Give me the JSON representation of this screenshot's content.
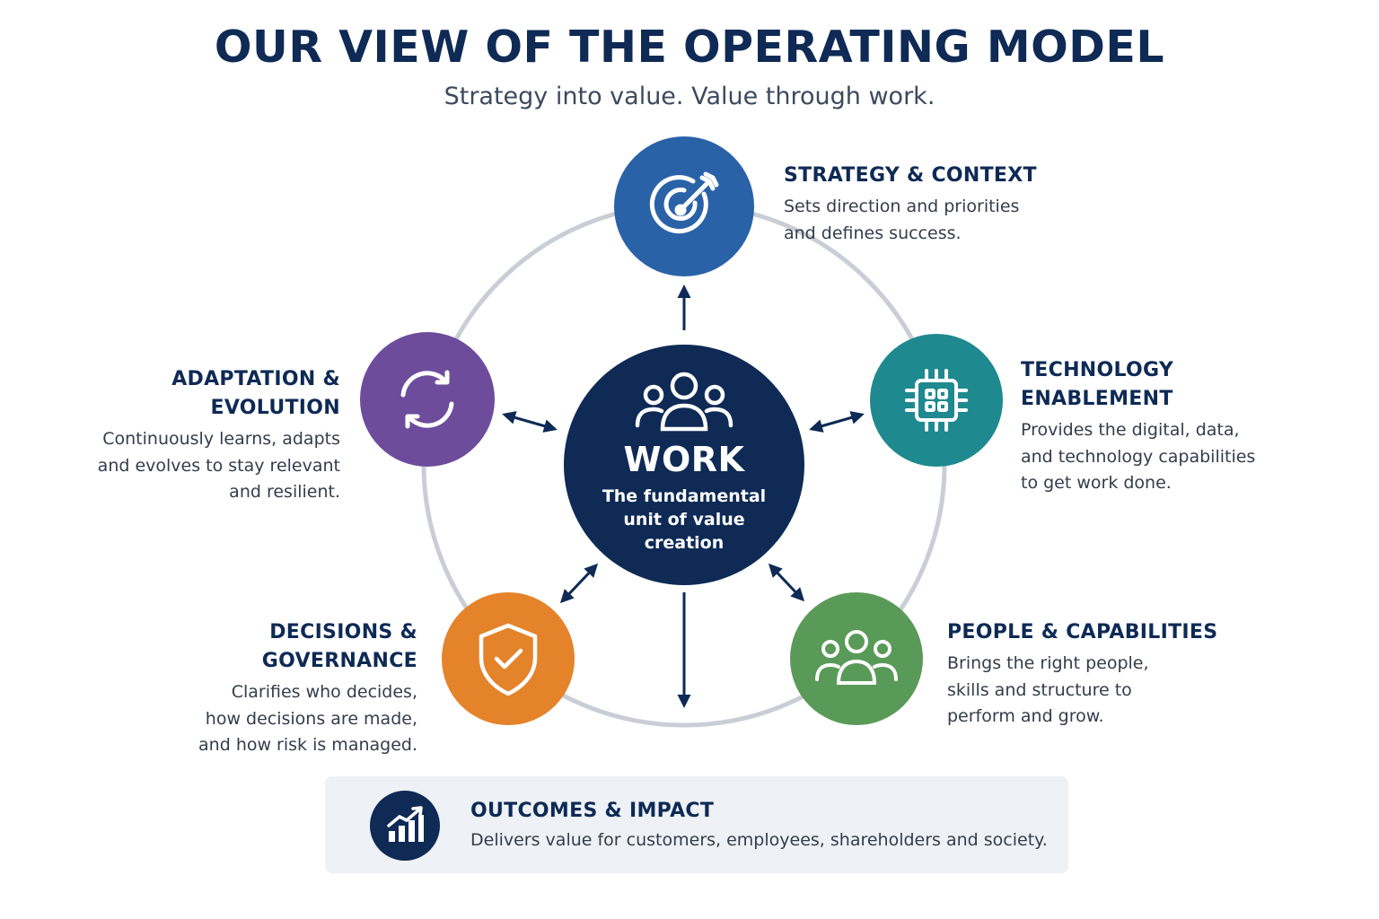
{
  "header": {
    "title": "OUR VIEW OF THE OPERATING MODEL",
    "subtitle": "Strategy into value. Value through work."
  },
  "center": {
    "icon": "people-group-icon",
    "title": "WORK",
    "description": "The fundamental\nunit of value\ncreation",
    "color": "#0e2a55"
  },
  "nodes": [
    {
      "id": "strategy",
      "icon": "target-arrow-icon",
      "color": "#2a62a8",
      "title": "STRATEGY & CONTEXT",
      "description": "Sets direction and priorities\nand defines success."
    },
    {
      "id": "technology",
      "icon": "chip-icon",
      "color": "#1e8a8f",
      "title": "TECHNOLOGY\nENABLEMENT",
      "description": "Provides the digital, data,\nand technology capabilities\nto get work done."
    },
    {
      "id": "people",
      "icon": "people-icon",
      "color": "#5a9a58",
      "title": "PEOPLE & CAPABILITIES",
      "description": "Brings the right people,\nskills and structure to\nperform and grow."
    },
    {
      "id": "decisions",
      "icon": "shield-check-icon",
      "color": "#e48329",
      "title": "DECISIONS & GOVERNANCE",
      "description": "Clarifies who decides,\nhow decisions are made,\nand how risk is managed."
    },
    {
      "id": "adaptation",
      "icon": "refresh-icon",
      "color": "#6d4c9c",
      "title": "ADAPTATION & EVOLUTION",
      "description": "Continuously learns, adapts\nand evolves to stay relevant\nand resilient."
    }
  ],
  "outcomes": {
    "icon": "growth-chart-icon",
    "color": "#0e2a55",
    "title": "OUTCOMES & IMPACT",
    "description": "Delivers value for customers, employees, shareholders and society."
  },
  "colors": {
    "ring": "#c9ced6",
    "arrow": "#0e2a55",
    "text_dark": "#0e2a55",
    "text_body": "#333d4a",
    "panel": "#eef1f6"
  }
}
